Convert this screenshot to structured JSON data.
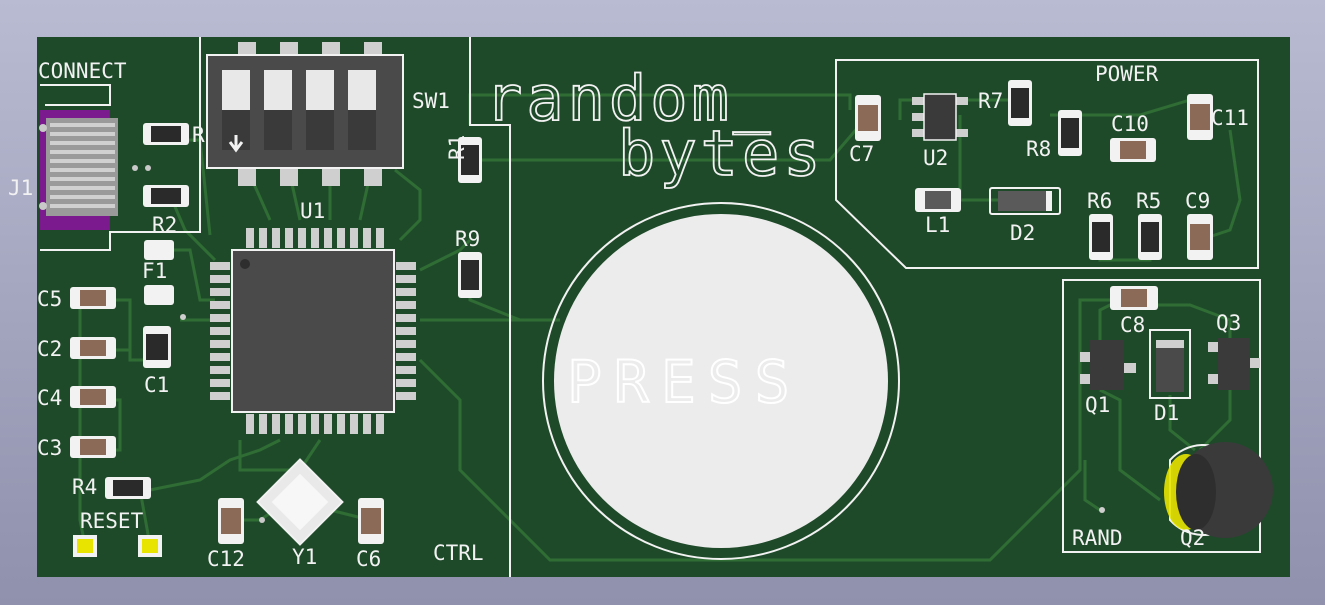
{
  "board": {
    "colors": {
      "background_top": "#b9bbd2",
      "background_bottom": "#8f91ad",
      "pcb": "#1f4a2a",
      "trace": "#2f6d35",
      "silk": "#f2f2f2",
      "pad": "#c9c9c9",
      "chip": "#4a4a4a",
      "yellow_pad": "#e8e400"
    },
    "title_line1": "random_",
    "title_line2": "bytes",
    "button_text": "PRESS",
    "sections": {
      "connect": "CONNECT",
      "power": "POWER",
      "ctrl": "CTRL",
      "rand": "RAND",
      "reset": "RESET"
    },
    "labels": {
      "J1": "J1",
      "R": "R",
      "R2": "R2",
      "F1": "F1",
      "C1": "C1",
      "C2": "C2",
      "C3": "C3",
      "C4": "C4",
      "C5": "C5",
      "R4": "R4",
      "SW1": "SW1",
      "R1": "R1",
      "R9": "R9",
      "U1": "U1",
      "C12": "C12",
      "Y1": "Y1",
      "C6": "C6",
      "C7": "C7",
      "U2": "U2",
      "R7": "R7",
      "R8": "R8",
      "C10": "C10",
      "C11": "C11",
      "L1": "L1",
      "D2": "D2",
      "R6": "R6",
      "R5": "R5",
      "C9": "C9",
      "C8": "C8",
      "Q1": "Q1",
      "D1": "D1",
      "Q3": "Q3",
      "Q2": "Q2"
    }
  }
}
